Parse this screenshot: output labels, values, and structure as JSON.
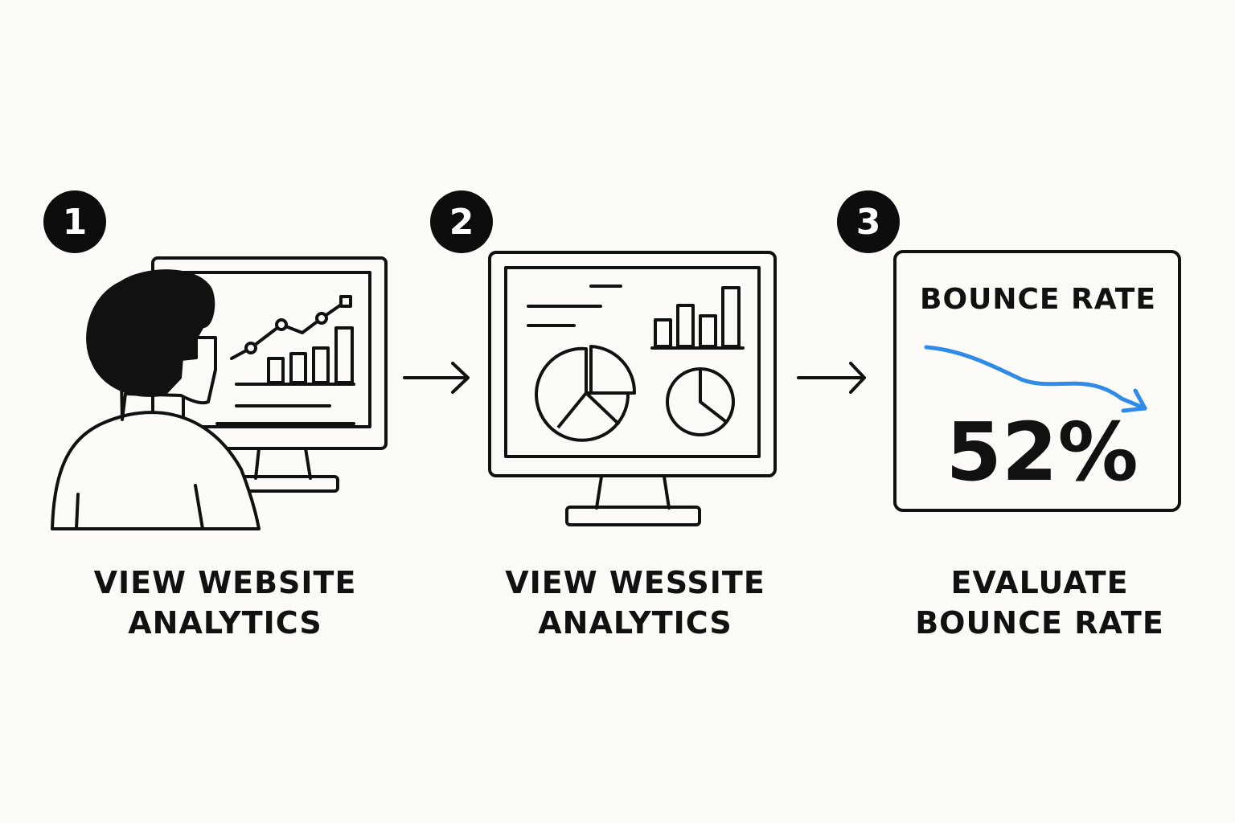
{
  "steps": [
    {
      "number": "1",
      "caption_line1": "VIEW WEBSITE",
      "caption_line2": "ANALYTICS"
    },
    {
      "number": "2",
      "caption_line1": "VIEW WESSITE",
      "caption_line2": "ANALYTICS"
    },
    {
      "number": "3",
      "caption_line1": "EVALUATE",
      "caption_line2": "BOUNCE RATE"
    }
  ],
  "bounce_panel": {
    "label": "BOUNCE RATE",
    "value": "52%"
  },
  "colors": {
    "ink": "#111111",
    "background": "#fcfbf7",
    "trend": "#2f8be8"
  },
  "icons": [
    "person-icon",
    "line-chart-icon",
    "bar-chart-icon",
    "pie-chart-icon",
    "arrow-right-icon",
    "downward-trend-arrow-icon"
  ]
}
